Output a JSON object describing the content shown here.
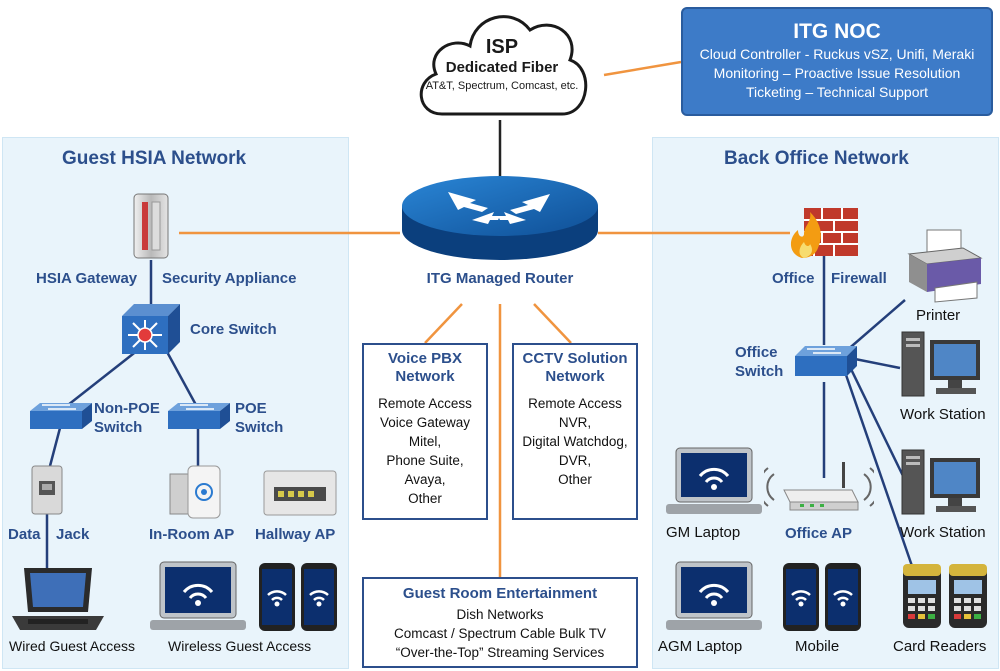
{
  "isp": {
    "title": "ISP",
    "subtitle": "Dedicated Fiber",
    "providers": "AT&T, Spectrum, Comcast, etc."
  },
  "noc": {
    "title": "ITG NOC",
    "lines": [
      "Cloud Controller - Ruckus vSZ, Unifi, Meraki",
      "Monitoring – Proactive Issue Resolution",
      "Ticketing – Technical Support"
    ]
  },
  "router": {
    "label": "ITG Managed Router"
  },
  "guest": {
    "title": "Guest HSIA Network",
    "gateway_label": "HSIA Gateway",
    "appliance_label": "Security Appliance",
    "core_switch": "Core Switch",
    "nonpoe_switch": [
      "Non-POE",
      "Switch"
    ],
    "poe_switch": [
      "POE",
      "Switch"
    ],
    "data_label": "Data",
    "jack_label": "Jack",
    "inroom_ap": "In-Room AP",
    "hallway_ap": "Hallway AP",
    "wired": "Wired Guest Access",
    "wireless": "Wireless Guest Access"
  },
  "voice": {
    "title": [
      "Voice PBX",
      "Network"
    ],
    "lines": [
      "Remote Access",
      "Voice Gateway",
      "Mitel,",
      "Phone Suite,",
      "Avaya,",
      "Other"
    ]
  },
  "cctv": {
    "title": [
      "CCTV Solution",
      "Network"
    ],
    "lines": [
      "Remote Access",
      "NVR,",
      "Digital Watchdog,",
      "DVR,",
      "Other"
    ]
  },
  "entertainment": {
    "title": "Guest Room Entertainment",
    "lines": [
      "Dish Networks",
      "Comcast / Spectrum Cable Bulk TV",
      "“Over-the-Top” Streaming Services"
    ]
  },
  "office": {
    "title": "Back Office Network",
    "office_label": "Office",
    "firewall_label": "Firewall",
    "switch_label": [
      "Office",
      "Switch"
    ],
    "printer": "Printer",
    "workstation1": "Work Station",
    "workstation2": "Work Station",
    "gm_laptop": "GM Laptop",
    "office_ap": "Office AP",
    "agm_laptop": "AGM Laptop",
    "mobile": "Mobile",
    "card_readers": "Card Readers"
  },
  "colors": {
    "brand_blue": "#2c4f8c",
    "noc_blue": "#3d7bc8",
    "orange_link": "#f0943f",
    "panel_bg": "#e9f4fb"
  }
}
